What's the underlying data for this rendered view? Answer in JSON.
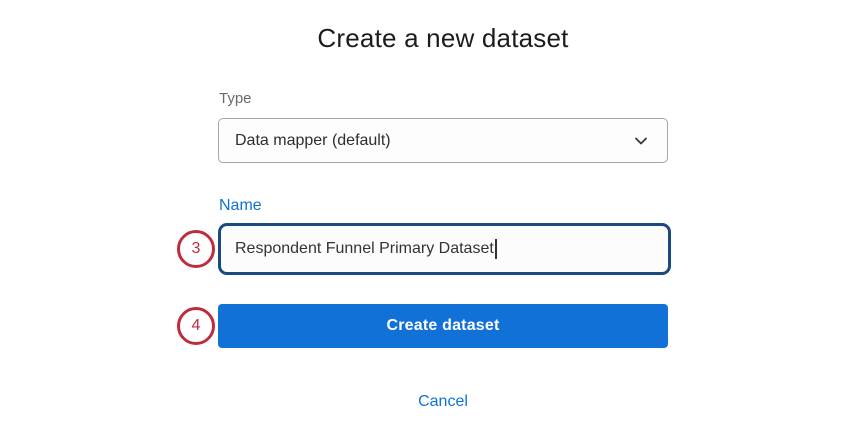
{
  "dialog": {
    "title": "Create a new dataset"
  },
  "form": {
    "type_field": {
      "label": "Type",
      "selected_value": "Data mapper (default)",
      "icon": "chevron-down-icon"
    },
    "name_field": {
      "label": "Name",
      "value": "Respondent Funnel Primary Dataset"
    },
    "create_button_label": "Create dataset",
    "cancel_label": "Cancel"
  },
  "annotations": {
    "step_3": "3",
    "step_4": "4"
  },
  "colors": {
    "primary_blue": "#1171d6",
    "label_blue": "#1170cf",
    "focus_border_navy": "#1b4a7e",
    "annotation_red": "#be2d3c",
    "label_gray": "#6b6b6b",
    "title_text": "#1c1c1c"
  }
}
